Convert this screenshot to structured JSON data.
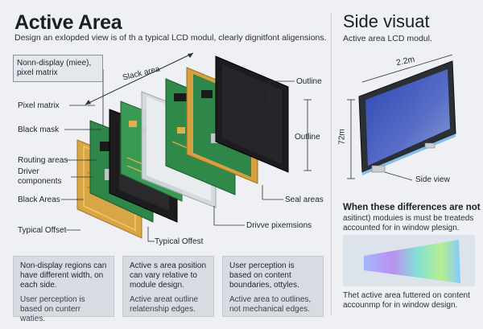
{
  "main": {
    "title": "Active Area",
    "subtitle": "Design an exlopded view is of th a typical LCD modul, clearly dignitfont aligensions."
  },
  "side": {
    "title": "Side visuat",
    "subtitle": "Active area LCD modul.",
    "dim_width": "2.2m",
    "dim_height": "72m",
    "view_label": "Side view"
  },
  "labels": {
    "non_display": "Nonn-display (miee), pixel matrix",
    "slack_area": "Slack area",
    "pixel_matrix": "Pixel matrix",
    "black_mask": "Black mask",
    "routing_areas": "Routing areas",
    "driver_components": "Driver components",
    "black_areas": "Black Areas",
    "typical_offset_left": "Typical Offset",
    "typical_offset_bottom": "Typical Offest",
    "outline_top": "Outline",
    "outline_mid": "Outline",
    "seal_areas": "Seal areas",
    "drive_pixemsions": "Drivve pixemsions"
  },
  "cards": [
    {
      "p1": "Non-display regions can have different width, on each side.",
      "p2": "User perception is based on cunterr waties."
    },
    {
      "p1": "Active s area position can vary relative to module design.",
      "p2": "Active areat outline relatenship edges."
    },
    {
      "p1": "User perception is based on content boundaries, ottyles.",
      "p2": "Active area to outlines, not mechanical edges."
    }
  ],
  "differences": {
    "title": "When these differences are not",
    "body_line1": "asitinct) moduies is must be treateds",
    "body_line2": "accounted for in window plesign.",
    "footer_line1": "Thet active area futtered on content",
    "footer_line2": "accounmp for in window design."
  },
  "colors": {
    "pcb_green": "#2f8a4a",
    "pcb_dark": "#1f5e33",
    "flex_orange": "#d4a040",
    "black_layer": "#1c1c1e",
    "glass": "#cfd6dc",
    "screen_blue": "#3a4fb8"
  }
}
